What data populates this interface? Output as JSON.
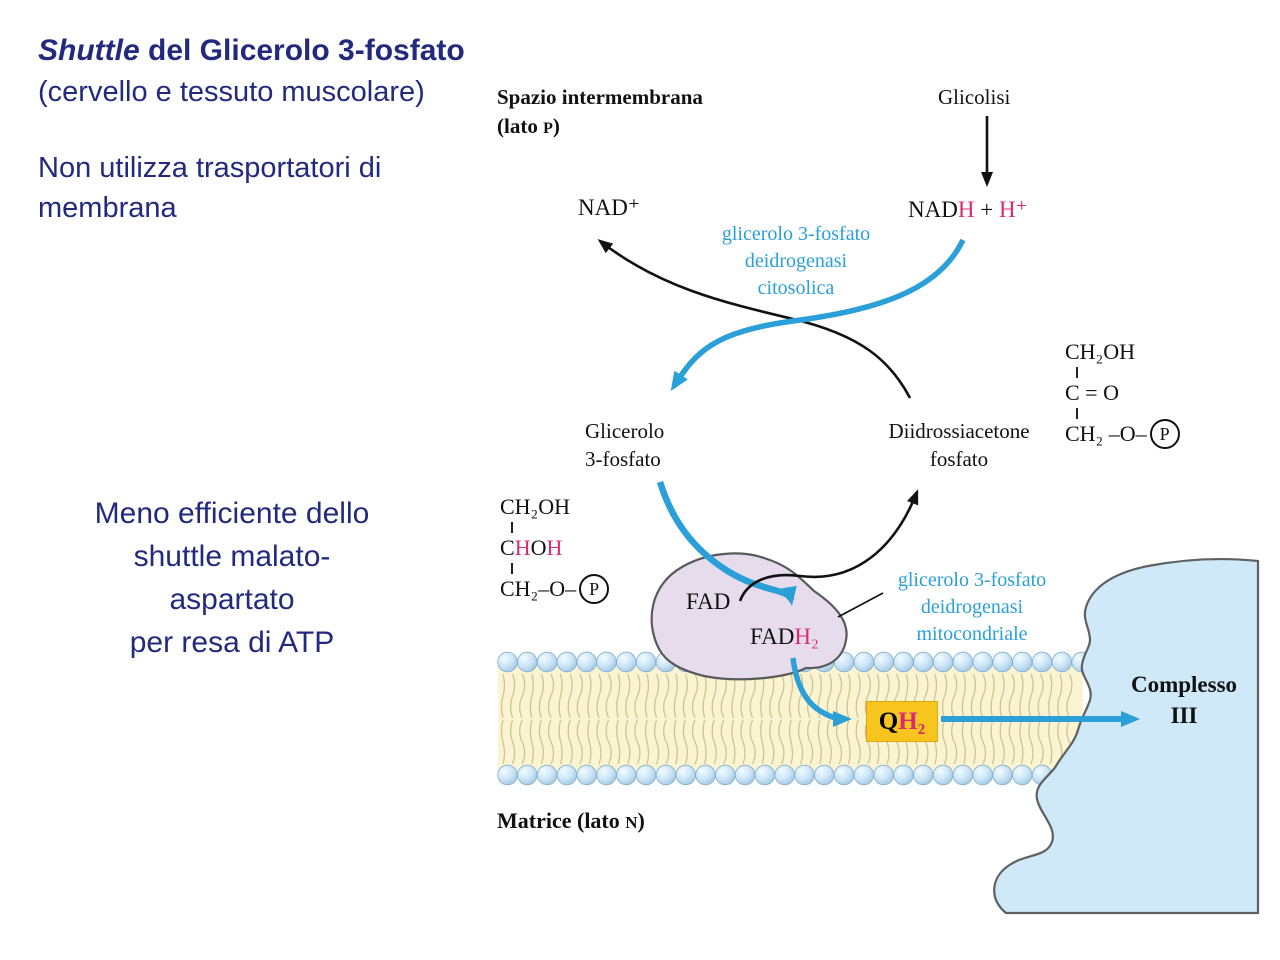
{
  "colors": {
    "navy_text": "#232a7e",
    "enzyme_blue": "#2a9fd8",
    "highlight_pink": "#d92a74",
    "q_box_gold": "#f7c51e",
    "membrane_yellow": "#fbf4d2",
    "bead_blue": "#cde6f7",
    "enzyme_lavender": "#e7dcec",
    "complex_blue": "#cfe9f8"
  },
  "sidebar": {
    "title_italic": "Shuttle",
    "title_rest": " del Glicerolo 3-fosfato",
    "subtitle": "(cervello e tessuto muscolare)",
    "note_lines": [
      "Non utilizza trasportatori di",
      "membrana"
    ],
    "efficiency_lines": [
      "Meno efficiente dello",
      "shuttle malato-",
      "aspartato",
      "per resa di ATP"
    ]
  },
  "diagram": {
    "intermembrane_space": {
      "line1": "Spazio intermembrana",
      "lato_prefix": "(lato ",
      "lato_letter": "P",
      "lato_suffix": ")"
    },
    "matrix": {
      "prefix": "Matrice (lato ",
      "letter": "N",
      "suffix": ")"
    },
    "glycolysis": "Glicolisi",
    "nad_plus": "NAD⁺",
    "nadh": {
      "p1": "NAD",
      "p2": "H",
      "p3": " + ",
      "p4": "H⁺"
    },
    "cytosolic_enzyme_lines": [
      "glicerolo 3-fosfato",
      "deidrogenasi",
      "citosolica"
    ],
    "mitochondrial_enzyme_lines": [
      "glicerolo 3-fosfato",
      "deidrogenasi",
      "mitocondriale"
    ],
    "glycerol_3_phosphate_lines": [
      "Glicerolo",
      "3-fosfato"
    ],
    "dhap_lines": [
      "Diidrossiacetone",
      "fosfato"
    ],
    "fad": "FAD",
    "fadh2": {
      "p1": "FAD",
      "p2": "H₂"
    },
    "qh2": {
      "p1": "Q",
      "p2": "H₂"
    },
    "complex_iii_lines": [
      "Complesso",
      "III"
    ],
    "g3p_structure": {
      "line1": "CH₂OH",
      "line2": {
        "c1": "C",
        "h1": "H",
        "o1": "O",
        "h2": "H"
      },
      "line3": "CH₂–O–",
      "phosphate": "P"
    },
    "dhap_structure": {
      "line1": "CH₂OH",
      "line2": "C = O",
      "line3": "CH₂ –O–",
      "phosphate": "P"
    }
  }
}
